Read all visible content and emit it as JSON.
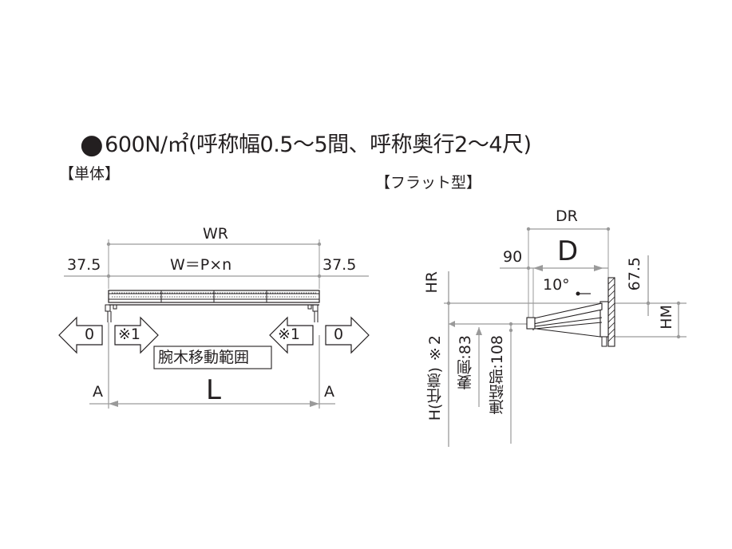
{
  "title": {
    "bullet": "●",
    "text": "600N/㎡(呼称幅0.5～5間、呼称奥行2～4尺)"
  },
  "single": {
    "section_label": "【単体】",
    "wr_label": "WR",
    "w_formula": "W＝P×n",
    "offset_left": "37.5",
    "offset_right": "37.5",
    "arrow_left_zero": "0",
    "arrow_right_zero": "0",
    "note_left": "※1",
    "note_right": "※1",
    "arm_range": "腕木移動範囲",
    "length_label": "L",
    "a_left": "A",
    "a_right": "A"
  },
  "flat": {
    "section_label": "【フラット型】",
    "dr_label": "DR",
    "depth_label": "D",
    "dim_90": "90",
    "angle": "10°",
    "dim_67_5": "67.5",
    "hr_label": "HR",
    "hm_label": "HM",
    "h_label": "H(任意) ※2",
    "gable_label": "妻側:83",
    "connect_label": "連結部:108"
  },
  "colors": {
    "line": "#231f20",
    "dim_line": "#9a9a9a",
    "background": "#ffffff"
  }
}
